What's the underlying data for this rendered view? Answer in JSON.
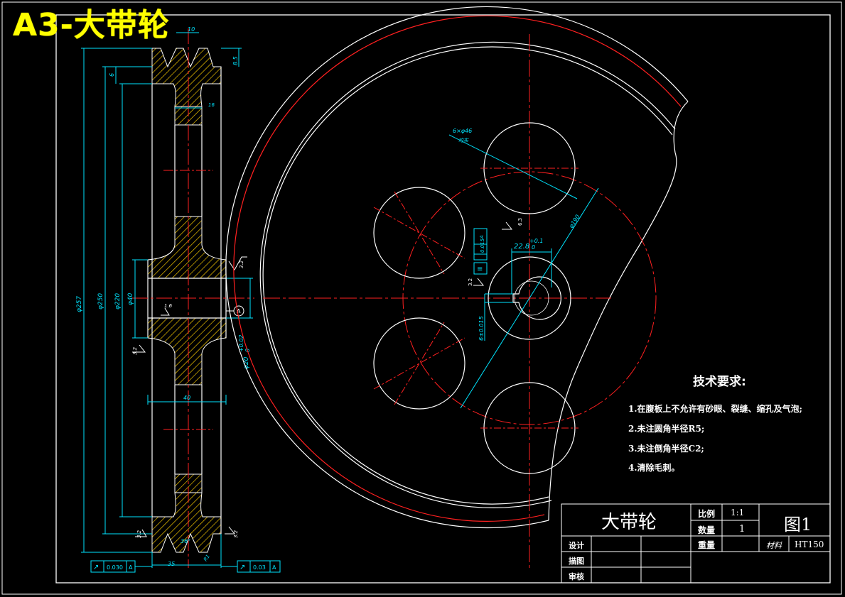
{
  "sheet_label": "A3-大带轮",
  "side_view": {
    "dims": {
      "d257": "φ257",
      "d250": "φ250",
      "d220": "φ220",
      "d40": "φ40",
      "d20": "φ20",
      "d20_tol_upper": "+0.02",
      "d20_tol_lower": "0",
      "groove_pitch": "10",
      "groove_depth": "8.5",
      "rim_offset": "6",
      "web_thickness": "16",
      "hub_width": "40",
      "total_width": "35",
      "groove_angle": "36°",
      "chamfer": "R1",
      "rough_32_a": "3.2",
      "rough_32_b": "3.2",
      "rough_32_c": "3.2",
      "rough_32_d": "3.2",
      "rough_16": "1.6"
    },
    "datum": "A",
    "tol_left": {
      "symbol": "↗",
      "value": "0.030",
      "datum": "A"
    },
    "tol_right": {
      "symbol": "↗",
      "value": "0.03",
      "datum": "A"
    }
  },
  "front_view": {
    "holes_note": "6×φ46",
    "holes_note_sub": "均布",
    "circle_dia": "φ190",
    "keyway_width": "6±0.015",
    "keyway_depth": "22.8",
    "keyway_tol_upper": "+0.1",
    "keyway_tol_lower": "0",
    "sym_tol": "0.015",
    "sym_datum": "A",
    "rough_63": "6.3",
    "rough_32": "3.2"
  },
  "tech_requirements": {
    "title": "技术要求:",
    "items": [
      "1.在腹板上不允许有砂眼、裂缝、缩孔及气泡;",
      "2.未注圆角半径R5;",
      "3.未注倒角半径C2;",
      "4.清除毛刺。"
    ]
  },
  "title_block": {
    "part_name": "大带轮",
    "scale_label": "比例",
    "scale_value": "1:1",
    "qty_label": "数量",
    "qty_value": "1",
    "figure": "图1",
    "weight_label": "重量",
    "material_label": "材料",
    "material_value": "HT150",
    "design_label": "设计",
    "draw_label": "描图",
    "review_label": "审核"
  },
  "colors": {
    "background": "#000000",
    "outline": "#ffffff",
    "centerline": "#ff2020",
    "dimension": "#00e5ff",
    "hatch": "#ffff00",
    "title": "#ffff00"
  }
}
